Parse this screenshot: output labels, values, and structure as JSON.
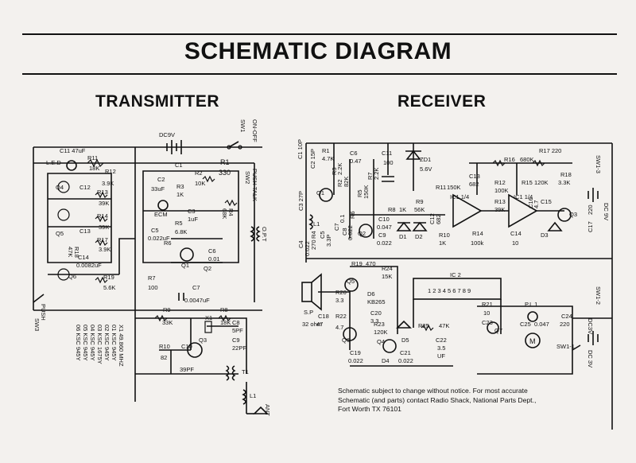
{
  "title": "SCHEMATIC DIAGRAM",
  "sections": {
    "transmitter": "TRANSMITTER",
    "receiver": "RECEIVER"
  },
  "transmitter": {
    "labels": {
      "dc9v": "DC9V",
      "onoff": "ON-OFF",
      "sw1": "SW1",
      "c11": "C11 47uF",
      "led": "L.E.D",
      "r11": "R11",
      "r11v": "18K",
      "r12": "R12",
      "r12v": "3.9K",
      "r13": "R13",
      "r13v": "39K",
      "r14": "R14",
      "r14v": "39K",
      "r17": "R17",
      "r17v": "3.9K",
      "r18": "R18",
      "r18v": "47K",
      "r19": "R19",
      "r19v": "5.6K",
      "c12": "C12",
      "c13": "C13",
      "c14": "C14",
      "c14v": "0.0082uF",
      "q4": "Q4",
      "q5": "Q5",
      "q6": "Q6",
      "push": "PUSH",
      "sw3": "SW3",
      "r1": "R1",
      "r1v": "330",
      "push_talk": "PUSH TALK",
      "sw2": "SW2",
      "r2": "R2",
      "r2v": "10K",
      "r3": "R3",
      "r3v": "1K",
      "r4": "R4",
      "r4v": "68K",
      "r5": "R5",
      "r5v": "6.8K",
      "r6": "R6",
      "r7": "R7",
      "r7v": "100",
      "c1": "C1",
      "c2": "C2",
      "c2v": "33uF",
      "c3": "C3",
      "c3v": "1uF",
      "c5": "C5",
      "c5v": "0.022uF",
      "c6": "C6",
      "c6v": "0.01",
      "c7": "C7",
      "c7v": "0.0047uF",
      "c8": "C8",
      "c8v": "5PF",
      "c9": "C9",
      "c9v": "22PF",
      "c10": "C10",
      "c10v": "39PF",
      "ecm": "ECM",
      "opt": "O.P.T",
      "q1": "Q1",
      "q2": "Q2",
      "q3": "Q3",
      "r8": "R8",
      "r8v": "18K",
      "r9": "R9",
      "r9v": "33K",
      "r10": "R10",
      "r10v": "82",
      "x1": "X1",
      "t1": "T1",
      "l1": "L1",
      "ant": "ANT"
    },
    "crystal_table": [
      "X1  49.860 MHZ",
      "01 KSC 945Y",
      "02 KSC 945Y",
      "03 KSC 1675Y",
      "04 KSC 945Y",
      "05 KSC 945Y",
      "06 KSC 945Y"
    ]
  },
  "receiver": {
    "labels": {
      "c1": "C1 10P",
      "c2": "C2 15P",
      "r1": "R1",
      "r1v": "4.7K",
      "c6": "C6",
      "c6v": "0.47",
      "c11": "C11",
      "c11v": "100",
      "zd1": "ZD1",
      "zd1v": "5.6V",
      "r17": "R17 220",
      "r16": "R16",
      "r16v": "680K",
      "r18": "R18",
      "r18v": "3.3K",
      "sw13": "SW1-3",
      "dc9v": "DC 9V",
      "c3": "C3 27P",
      "q1": "Q1",
      "r2": "R2",
      "r2v": "82K",
      "r3": "R3",
      "r3v": "2.2K",
      "r5": "R5",
      "r5v": "150K",
      "r7": "R7",
      "r7v": "2.2K",
      "r11": "R11",
      "r11v": "150K",
      "c13": "C13",
      "c13v": "682",
      "r12": "R12",
      "r12v": "100K",
      "ic1a": "IC1 1/4",
      "ic1b": "IC1 1/4",
      "r15": "R15",
      "r15v": "120K",
      "c15": "C15",
      "c16": "C16",
      "c16v": "4.7",
      "l1": "L1",
      "c4": "C4",
      "c4v": "0.022",
      "r4": "R4",
      "r4v": "270",
      "c5": "C5",
      "c5v": "3.3P",
      "c7": "C7",
      "c7v": "0.1",
      "r6": "R6",
      "q2": "Q2",
      "c8": "C8",
      "c8v": "0.022",
      "r8": "R8",
      "r8v": "1K",
      "r9": "R9",
      "r9v": "56K",
      "c10": "C10",
      "c10v": "0.047",
      "c9": "C9",
      "c9v": "0.022",
      "d1": "D1",
      "d2": "D2",
      "c12": "C12",
      "c12v": "682",
      "r10": "R10",
      "r10v": "1K",
      "r13": "R13",
      "r13v": "39K",
      "r14": "R14",
      "r14v": "100k",
      "c14": "C14",
      "c14v": "10",
      "q3": "Q3",
      "d3": "D3",
      "c17": "C17",
      "c17v": "220",
      "r19": "R19",
      "r19v": "470",
      "r24": "R24",
      "r24v": "15K",
      "ic2": "IC 2",
      "ic2pins": "1 2 3 4 5 6 7 8 9",
      "q5": "Q5",
      "d6": "D6",
      "kb": "KB265",
      "r20": "R20",
      "r20v": "3.3",
      "c20": "C20",
      "c20v": "3.3",
      "sp": "S.P",
      "sp_ohm": "32 ohm",
      "c18": "C18",
      "c18v": "47",
      "r22": "R22",
      "r22v": "4.7",
      "r23": "R23",
      "r23v": "120K",
      "q6": "Q6",
      "d5": "D5",
      "r25": "R25",
      "r25v": "47K",
      "c19": "C19",
      "c19v": "0.022",
      "q4": "Q4",
      "d4": "D4",
      "c21": "C21",
      "c21v": "0.022",
      "c22": "C22",
      "c22v": "3.5",
      "c22u": "UF",
      "r21": "R21",
      "r21v": "10",
      "c23": "C23",
      "pl1": "P.L 1",
      "c25": "C25",
      "c25v": "0.047",
      "q7": "Q7",
      "m": "M",
      "c24": "C24",
      "c24v": "220",
      "sw11": "SW1-1",
      "sw12": "SW1-2",
      "dc3v_a": "DC3V",
      "dc3v_b": "DC 3V"
    }
  },
  "footer_note": "Schematic subject to change without notice. For most accurate\nSchematic (and parts) contact Radio Shack, National Parts Dept.,\nFort Worth  TX 76101"
}
